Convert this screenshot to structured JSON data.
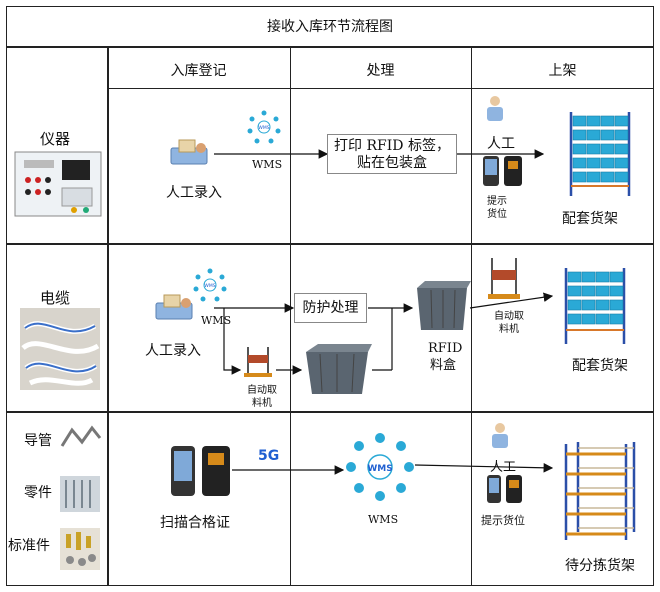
{
  "title": "接收入库环节流程图",
  "headers": {
    "register": "入库登记",
    "process": "处理",
    "shelve": "上架"
  },
  "rows": {
    "instrument": {
      "label": "仪器",
      "wms": "WMS",
      "manual_entry": "人工录入",
      "process_box_line1": "打印 RFID 标签，",
      "process_box_line2": "贴在包装盒",
      "worker": "人工",
      "hint": "提示货位",
      "shelf": "配套货架"
    },
    "cable": {
      "label": "电缆",
      "wms": "WMS",
      "manual_entry": "人工录入",
      "process_box": "防护处理",
      "auto_picker": "自动取料机",
      "rfid_bin": "RFID料盒",
      "auto_picker2": "自动取料机",
      "shelf": "配套货架"
    },
    "parts": {
      "label_conduit": "导管",
      "label_part": "零件",
      "label_standard": "标准件",
      "network": "5G",
      "scan": "扫描合格证",
      "wms": "WMS",
      "worker": "人工",
      "hint": "提示货位",
      "shelf": "待分拣货架"
    }
  },
  "colors": {
    "grid": "#222222",
    "bin_blue": "#2aa9d6",
    "shelf_frame": "#2b4fa8",
    "network_blue": "#1f5fd1"
  }
}
